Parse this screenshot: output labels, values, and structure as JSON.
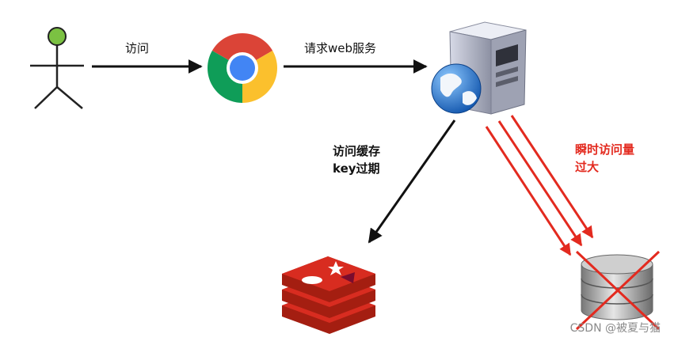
{
  "labels": {
    "visit": "访问",
    "request_web": "请求web服务",
    "cache_expire_line1": "访问缓存",
    "cache_expire_line2": "key过期",
    "traffic_line1": "瞬时访问量",
    "traffic_line2": "过大"
  },
  "watermark": "CSDN @被夏与猫",
  "icons": {
    "user": "stick-figure-icon",
    "browser": "chrome-icon",
    "server": "web-server-icon",
    "cache": "redis-icon",
    "database": "database-icon"
  },
  "colors": {
    "arrow": "#111111",
    "accent_red": "#e32a1f",
    "head_green": "#7bc142",
    "redis_red": "#d82c20"
  }
}
